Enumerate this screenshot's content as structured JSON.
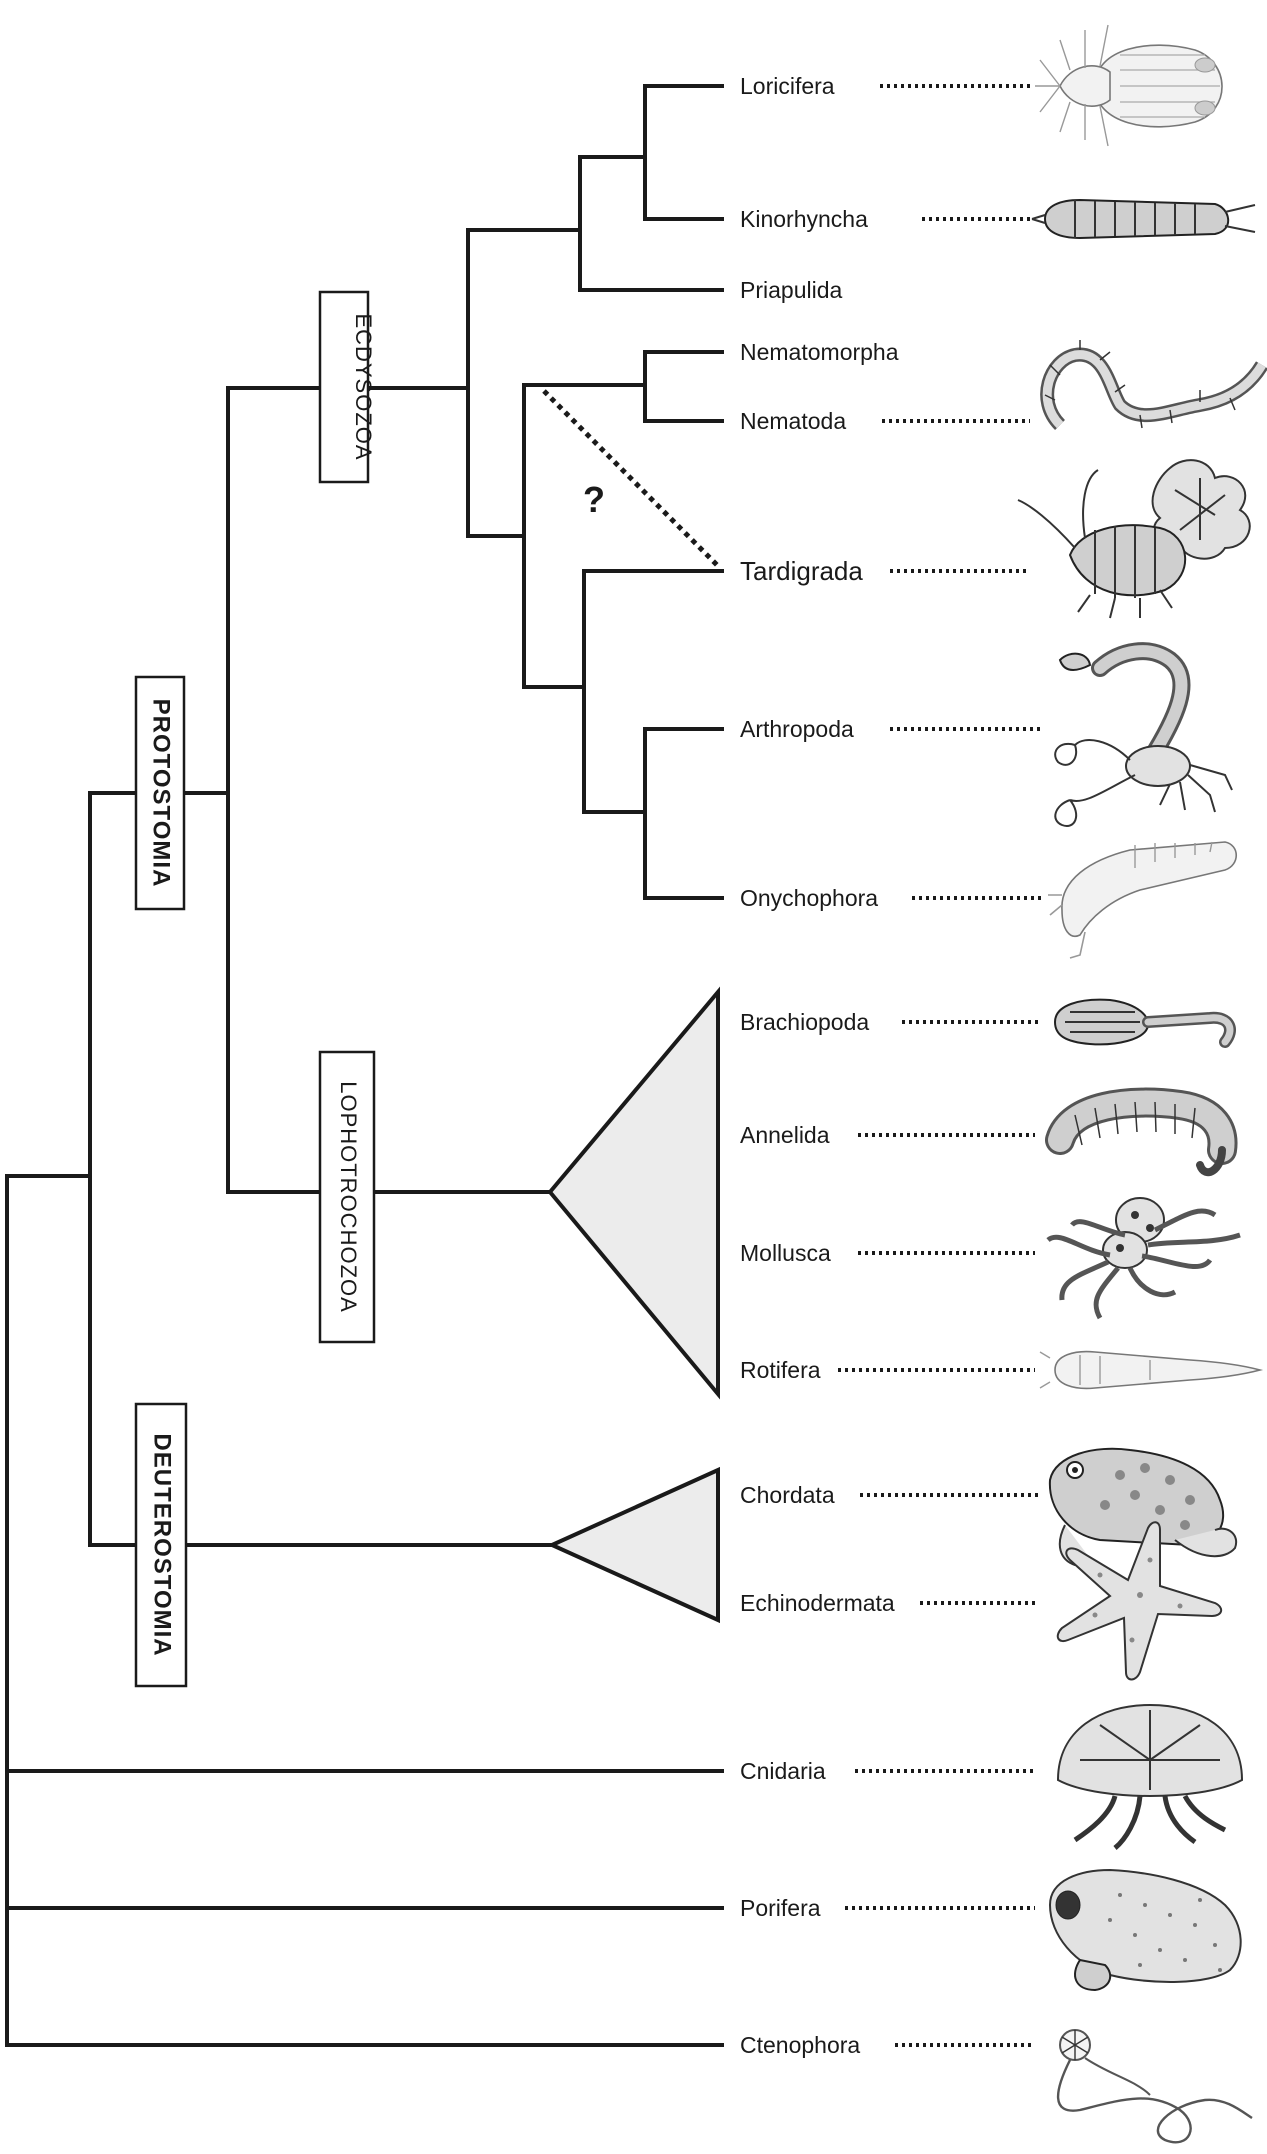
{
  "question_mark": "?",
  "clades": {
    "ecdysozoa": "ECDYSOZOA",
    "protostomia": "PROTOSTOMIA",
    "lophotrochozoa": "LOPHOTROCHOZOA",
    "deuterostomia": "DEUTEROSTOMIA"
  },
  "taxa": {
    "loricifera": "Loricifera",
    "kinorhyncha": "Kinorhyncha",
    "priapulida": "Priapulida",
    "nematomorpha": "Nematomorpha",
    "nematoda": "Nematoda",
    "tardigrada": "Tardigrada",
    "arthropoda": "Arthropoda",
    "onychophora": "Onychophora",
    "brachiopoda": "Brachiopoda",
    "annelida": "Annelida",
    "mollusca": "Mollusca",
    "rotifera": "Rotifera",
    "chordata": "Chordata",
    "echinodermata": "Echinodermata",
    "cnidaria": "Cnidaria",
    "porifera": "Porifera",
    "ctenophora": "Ctenophora"
  }
}
